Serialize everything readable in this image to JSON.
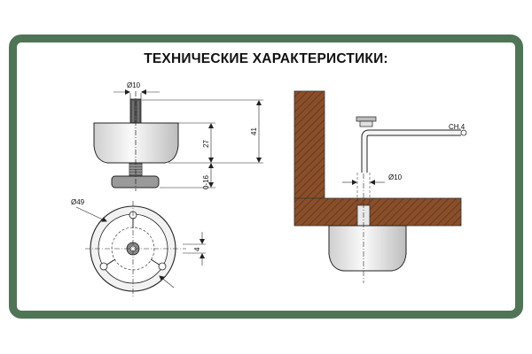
{
  "page": {
    "title": "ТЕХНИЧЕСКИЕ ХАРАКТЕРИСТИКИ:"
  },
  "colors": {
    "frame": "#4f7556",
    "wood": "#8a4f2a",
    "wood_hatch": "#5e3318",
    "line": "#222222"
  },
  "side_view": {
    "dia_top": "Ø10",
    "height_body": "27",
    "height_total": "41",
    "height_adjust": "0-16"
  },
  "top_view": {
    "diameter": "Ø49",
    "offset": "4"
  },
  "install_view": {
    "hex_key": "CH.4",
    "hole_dia": "Ø10"
  }
}
